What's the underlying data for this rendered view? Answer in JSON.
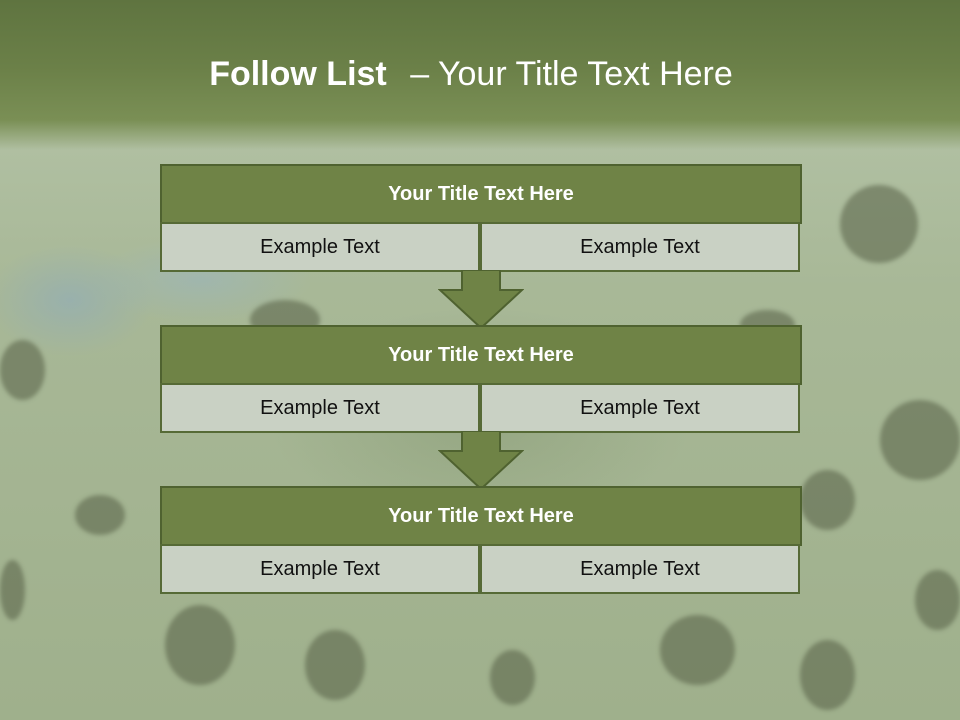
{
  "slide": {
    "title_bold": "Follow List",
    "title_rest": "– Your Title Text Here"
  },
  "steps": [
    {
      "title": "Your Title Text Here",
      "left": "Example Text",
      "right": "Example Text"
    },
    {
      "title": "Your Title Text Here",
      "left": "Example Text",
      "right": "Example Text"
    },
    {
      "title": "Your Title Text Here",
      "left": "Example Text",
      "right": "Example Text"
    }
  ],
  "colors": {
    "header": "#6b8048",
    "block_title": "#6f8346",
    "cell": "#c9d1c4",
    "arrow": "#6f8346"
  },
  "icons": {
    "connector": "down-arrow-icon"
  }
}
